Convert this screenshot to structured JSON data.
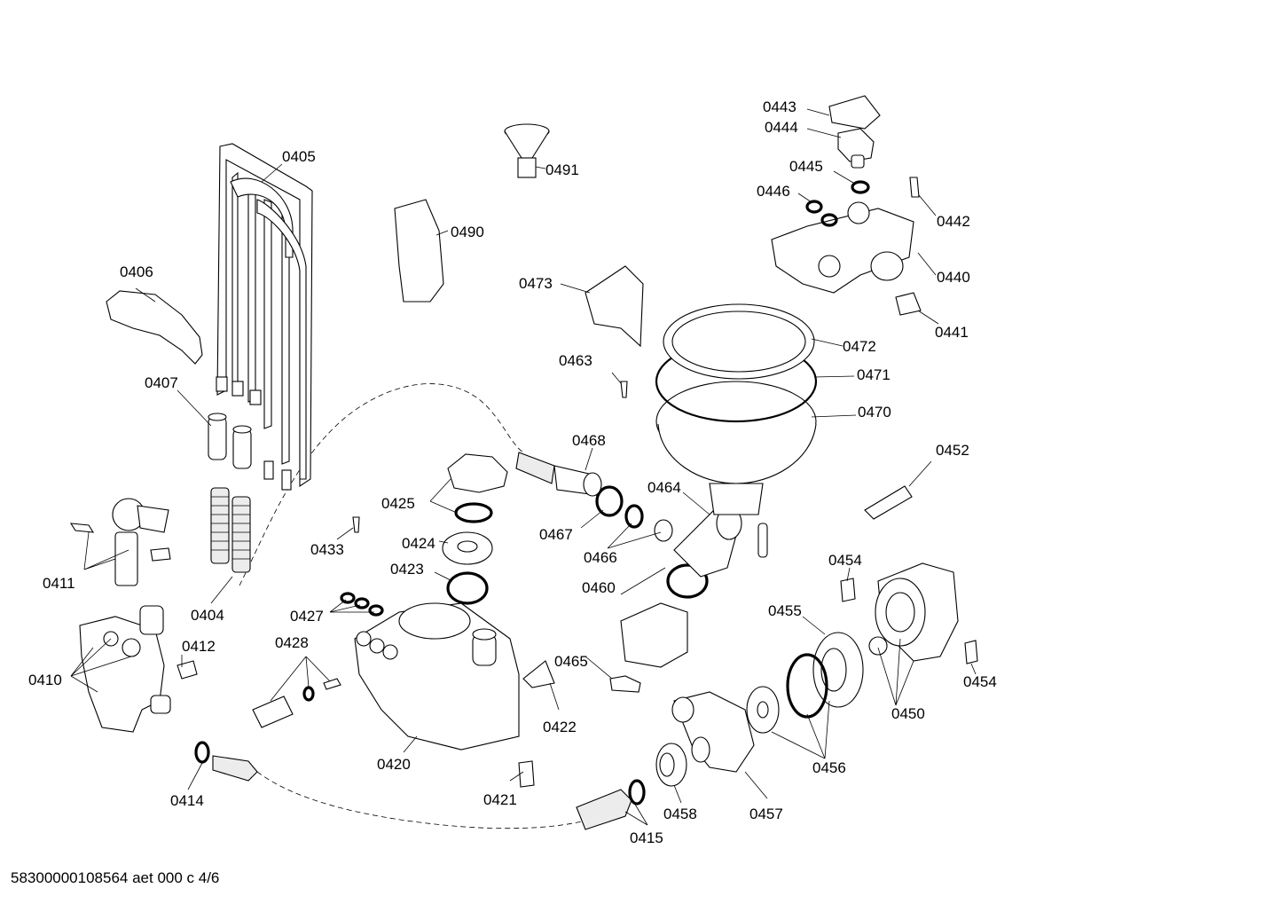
{
  "labels": {
    "p0405": "0405",
    "p0406": "0406",
    "p0407": "0407",
    "p0404": "0404",
    "p0411": "0411",
    "p0410": "0410",
    "p0412": "0412",
    "p0414": "0414",
    "p0415": "0415",
    "p0420": "0420",
    "p0421": "0421",
    "p0422": "0422",
    "p0423": "0423",
    "p0424": "0424",
    "p0425": "0425",
    "p0427": "0427",
    "p0428": "0428",
    "p0433": "0433",
    "p0440": "0440",
    "p0441": "0441",
    "p0442": "0442",
    "p0443": "0443",
    "p0444": "0444",
    "p0445": "0445",
    "p0446": "0446",
    "p0450": "0450",
    "p0452": "0452",
    "p0454a": "0454",
    "p0454b": "0454",
    "p0455": "0455",
    "p0456": "0456",
    "p0457": "0457",
    "p0458": "0458",
    "p0460": "0460",
    "p0463": "0463",
    "p0464": "0464",
    "p0465": "0465",
    "p0466": "0466",
    "p0467": "0467",
    "p0468": "0468",
    "p0470": "0470",
    "p0471": "0471",
    "p0472": "0472",
    "p0473": "0473",
    "p0490": "0490",
    "p0491": "0491"
  },
  "footer": "58300000108564 aet 000 c 4/6"
}
